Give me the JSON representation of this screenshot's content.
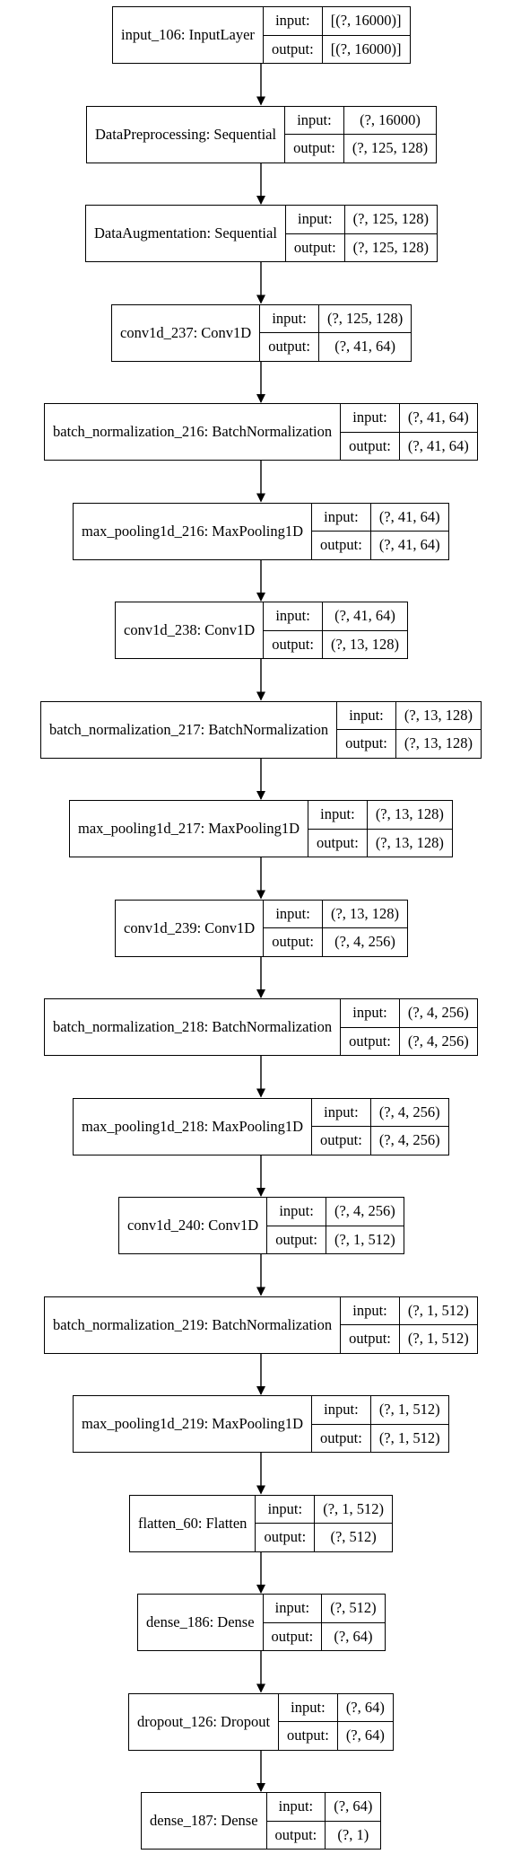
{
  "layers": [
    {
      "name": "input_106: InputLayer",
      "input": "[(?, 16000)]",
      "output": "[(?, 16000)]"
    },
    {
      "name": "DataPreprocessing: Sequential",
      "input": "(?, 16000)",
      "output": "(?, 125, 128)"
    },
    {
      "name": "DataAugmentation: Sequential",
      "input": "(?, 125, 128)",
      "output": "(?, 125, 128)"
    },
    {
      "name": "conv1d_237: Conv1D",
      "input": "(?, 125, 128)",
      "output": "(?, 41, 64)"
    },
    {
      "name": "batch_normalization_216: BatchNormalization",
      "input": "(?, 41, 64)",
      "output": "(?, 41, 64)"
    },
    {
      "name": "max_pooling1d_216: MaxPooling1D",
      "input": "(?, 41, 64)",
      "output": "(?, 41, 64)"
    },
    {
      "name": "conv1d_238: Conv1D",
      "input": "(?, 41, 64)",
      "output": "(?, 13, 128)"
    },
    {
      "name": "batch_normalization_217: BatchNormalization",
      "input": "(?, 13, 128)",
      "output": "(?, 13, 128)"
    },
    {
      "name": "max_pooling1d_217: MaxPooling1D",
      "input": "(?, 13, 128)",
      "output": "(?, 13, 128)"
    },
    {
      "name": "conv1d_239: Conv1D",
      "input": "(?, 13, 128)",
      "output": "(?, 4, 256)"
    },
    {
      "name": "batch_normalization_218: BatchNormalization",
      "input": "(?, 4, 256)",
      "output": "(?, 4, 256)"
    },
    {
      "name": "max_pooling1d_218: MaxPooling1D",
      "input": "(?, 4, 256)",
      "output": "(?, 4, 256)"
    },
    {
      "name": "conv1d_240: Conv1D",
      "input": "(?, 4, 256)",
      "output": "(?, 1, 512)"
    },
    {
      "name": "batch_normalization_219: BatchNormalization",
      "input": "(?, 1, 512)",
      "output": "(?, 1, 512)"
    },
    {
      "name": "max_pooling1d_219: MaxPooling1D",
      "input": "(?, 1, 512)",
      "output": "(?, 1, 512)"
    },
    {
      "name": "flatten_60: Flatten",
      "input": "(?, 1, 512)",
      "output": "(?, 512)"
    },
    {
      "name": "dense_186: Dense",
      "input": "(?, 512)",
      "output": "(?, 64)"
    },
    {
      "name": "dropout_126: Dropout",
      "input": "(?, 64)",
      "output": "(?, 64)"
    },
    {
      "name": "dense_187: Dense",
      "input": "(?, 64)",
      "output": "(?, 1)"
    }
  ],
  "io_labels": {
    "input": "input:",
    "output": "output:"
  }
}
